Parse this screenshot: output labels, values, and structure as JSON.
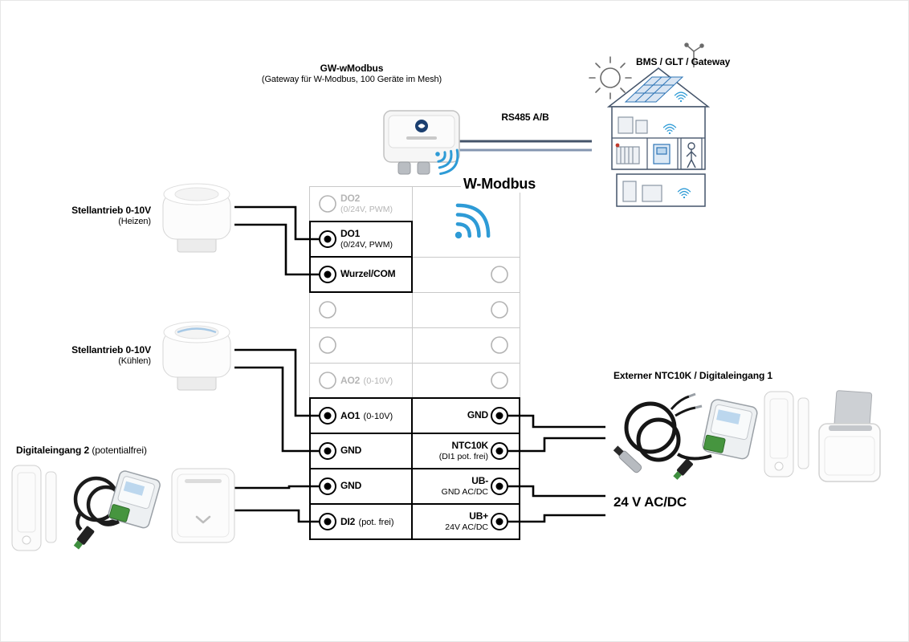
{
  "diagram": {
    "gateway_title": "GW-wModbus",
    "gateway_subtitle": "(Gateway für W-Modbus, 100 Geräte im Mesh)",
    "rs485_label": "RS485 A/B",
    "bms_label": "BMS / GLT / Gateway",
    "wmodbus_label": "W-Modbus",
    "power_label": "24 V AC/DC"
  },
  "left_devices": {
    "heizen_title": "Stellantrieb 0-10V",
    "heizen_sub": "(Heizen)",
    "kuehlen_title": "Stellantrieb 0-10V",
    "kuehlen_sub": "(Kühlen)",
    "digital2_title": "Digitaleingang 2",
    "digital2_sub": "(potentialfrei)"
  },
  "right_devices": {
    "ntc_label": "Externer NTC10K / Digitaleingang 1"
  },
  "terminals": {
    "left": [
      {
        "label": "DO2",
        "sub": "(0/24V, PWM)",
        "state": "inactive"
      },
      {
        "label": "DO1",
        "sub": "(0/24V, PWM)",
        "state": "active"
      },
      {
        "label": "Wurzel/COM",
        "state": "active"
      },
      {
        "label": "AO2",
        "paren": "(0-10V)",
        "state": "inactive"
      },
      {
        "label": "AO1",
        "paren": "(0-10V)",
        "state": "active"
      },
      {
        "label": "GND",
        "state": "active"
      },
      {
        "label": "GND",
        "state": "active"
      },
      {
        "label": "DI2",
        "paren": "(pot. frei)",
        "state": "active"
      }
    ],
    "right": [
      {
        "label": "GND",
        "state": "active"
      },
      {
        "label": "NTC10K",
        "sub": "(DI1 pot. frei)",
        "state": "active"
      },
      {
        "label": "UB-",
        "sub": "GND AC/DC",
        "state": "active"
      },
      {
        "label": "UB+",
        "sub": "24V AC/DC",
        "state": "active"
      }
    ]
  },
  "colors": {
    "wifi_blue": "#2e9bd6",
    "rs485_line_a": "#44546a",
    "rs485_line_b": "#8496b0",
    "inactive_gray": "#b5b5b5",
    "wire_black": "#000000"
  }
}
